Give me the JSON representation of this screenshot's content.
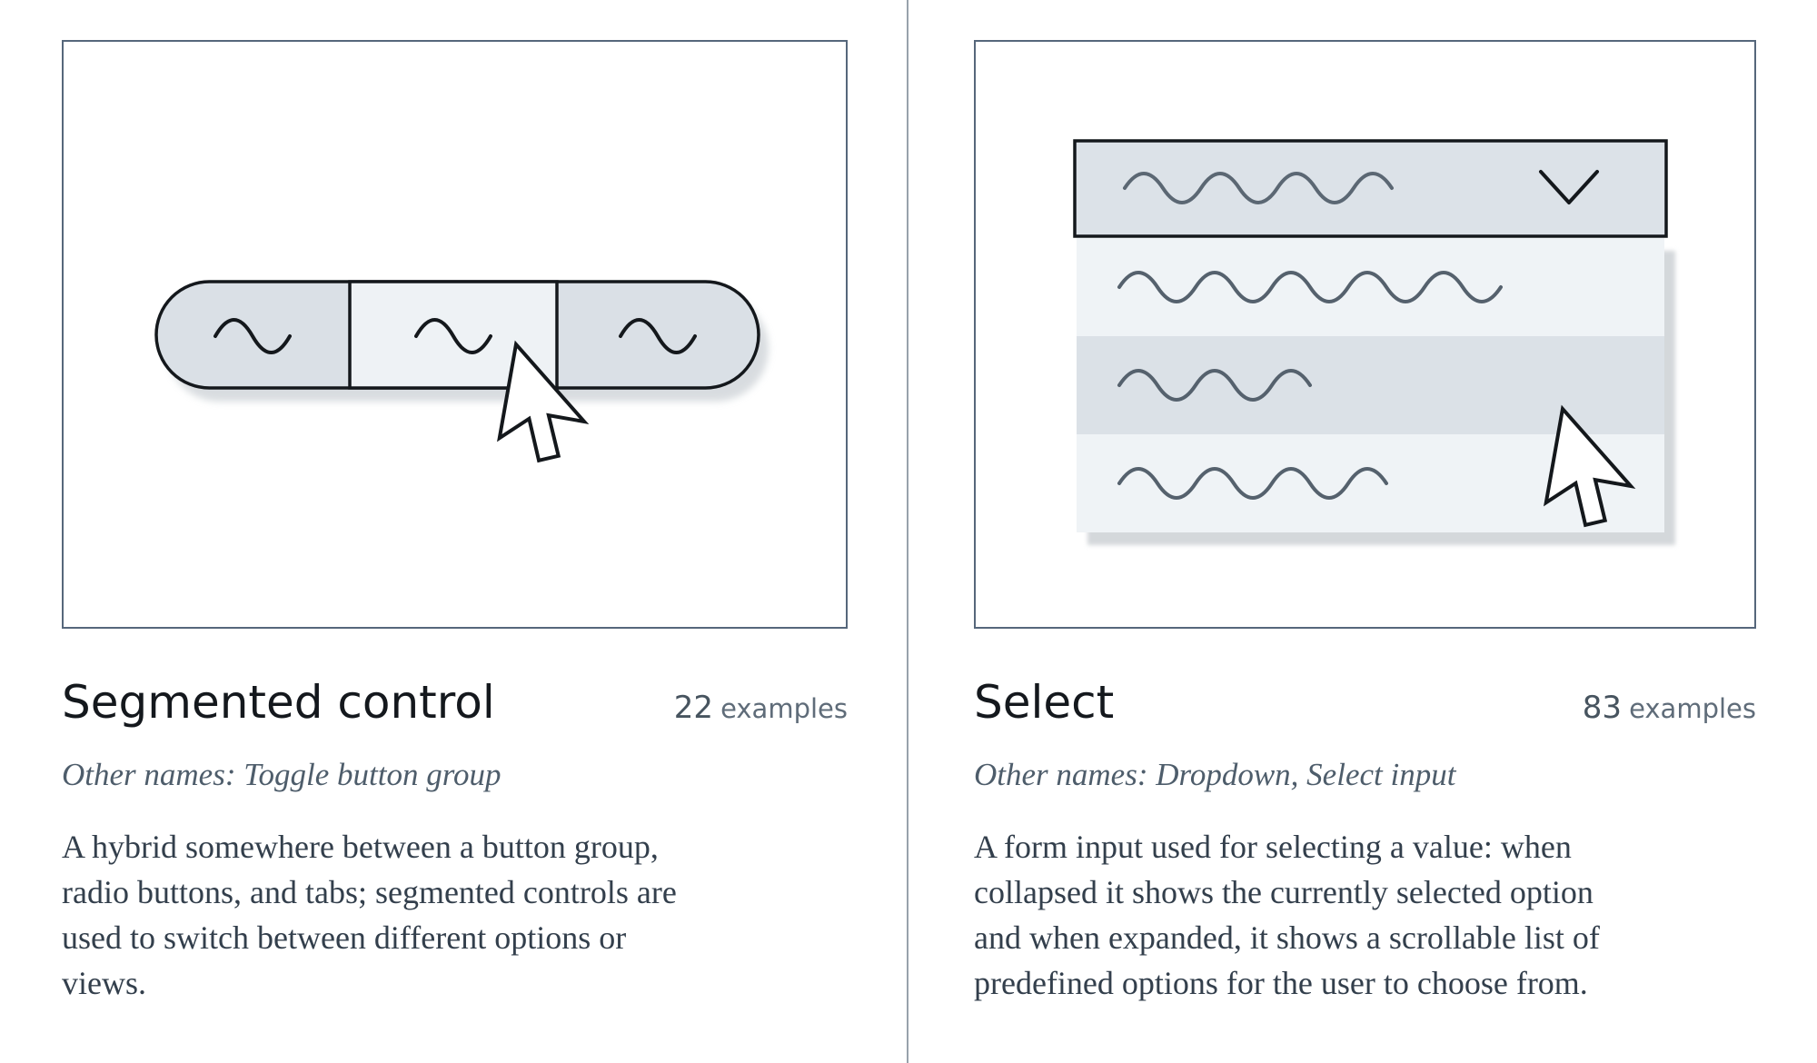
{
  "cards": [
    {
      "title": "Segmented control",
      "count": "22",
      "count_label": "examples",
      "other_names": "Other names: Toggle button group",
      "description": "A hybrid somewhere between a button group,\nradio buttons, and tabs; segmented controls are\nused to switch between different options or\nviews.",
      "illustration": "segmented-control sketch: three-segment pill, middle segment selected, cursor arrow"
    },
    {
      "title": "Select",
      "count": "83",
      "count_label": "examples",
      "other_names": "Other names: Dropdown, Select input",
      "description": "A form input used for selecting a value: when\ncollapsed it shows the currently selected option\nand when expanded, it shows a scrollable list of\npredefined options for the user to choose from.",
      "illustration": "select sketch: closed select box with chevron, open option list with highlighted option, cursor arrow"
    }
  ],
  "colors": {
    "card_border": "#56677b",
    "divider": "#98a2ac",
    "sketch_outline": "#14181c",
    "fill_dark": "#dae0e6",
    "fill_light": "#eef2f5",
    "row_light": "#eff3f6",
    "row_highlight": "#dbe1e7",
    "wave_slate": "#55616d",
    "shadow": "#d2d6da",
    "title_text": "#14181d",
    "count_number": "#47545f",
    "count_label": "#5f6c79",
    "other_names_text": "#4e5d6b",
    "description_text": "#333f4c"
  }
}
